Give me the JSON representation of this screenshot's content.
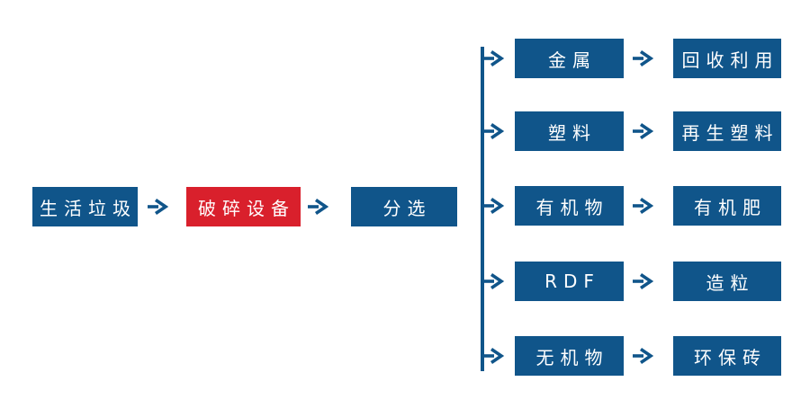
{
  "diagram": {
    "type": "flowchart",
    "language": "zh",
    "colors": {
      "node_blue": "#10558A",
      "node_red": "#D9202C",
      "connector": "#10558A",
      "text": "#FFFFFF",
      "background": "#FFFFFF"
    },
    "main_flow": {
      "source": {
        "label": "生活垃圾"
      },
      "process": {
        "label": "破碎设备"
      },
      "sorter": {
        "label": "分选"
      }
    },
    "branches": [
      {
        "output": "金属",
        "result": "回收利用"
      },
      {
        "output": "塑料",
        "result": "再生塑料"
      },
      {
        "output": "有机物",
        "result": "有机肥"
      },
      {
        "output": "RDF",
        "result": "造粒"
      },
      {
        "output": "无机物",
        "result": "环保砖"
      }
    ]
  }
}
